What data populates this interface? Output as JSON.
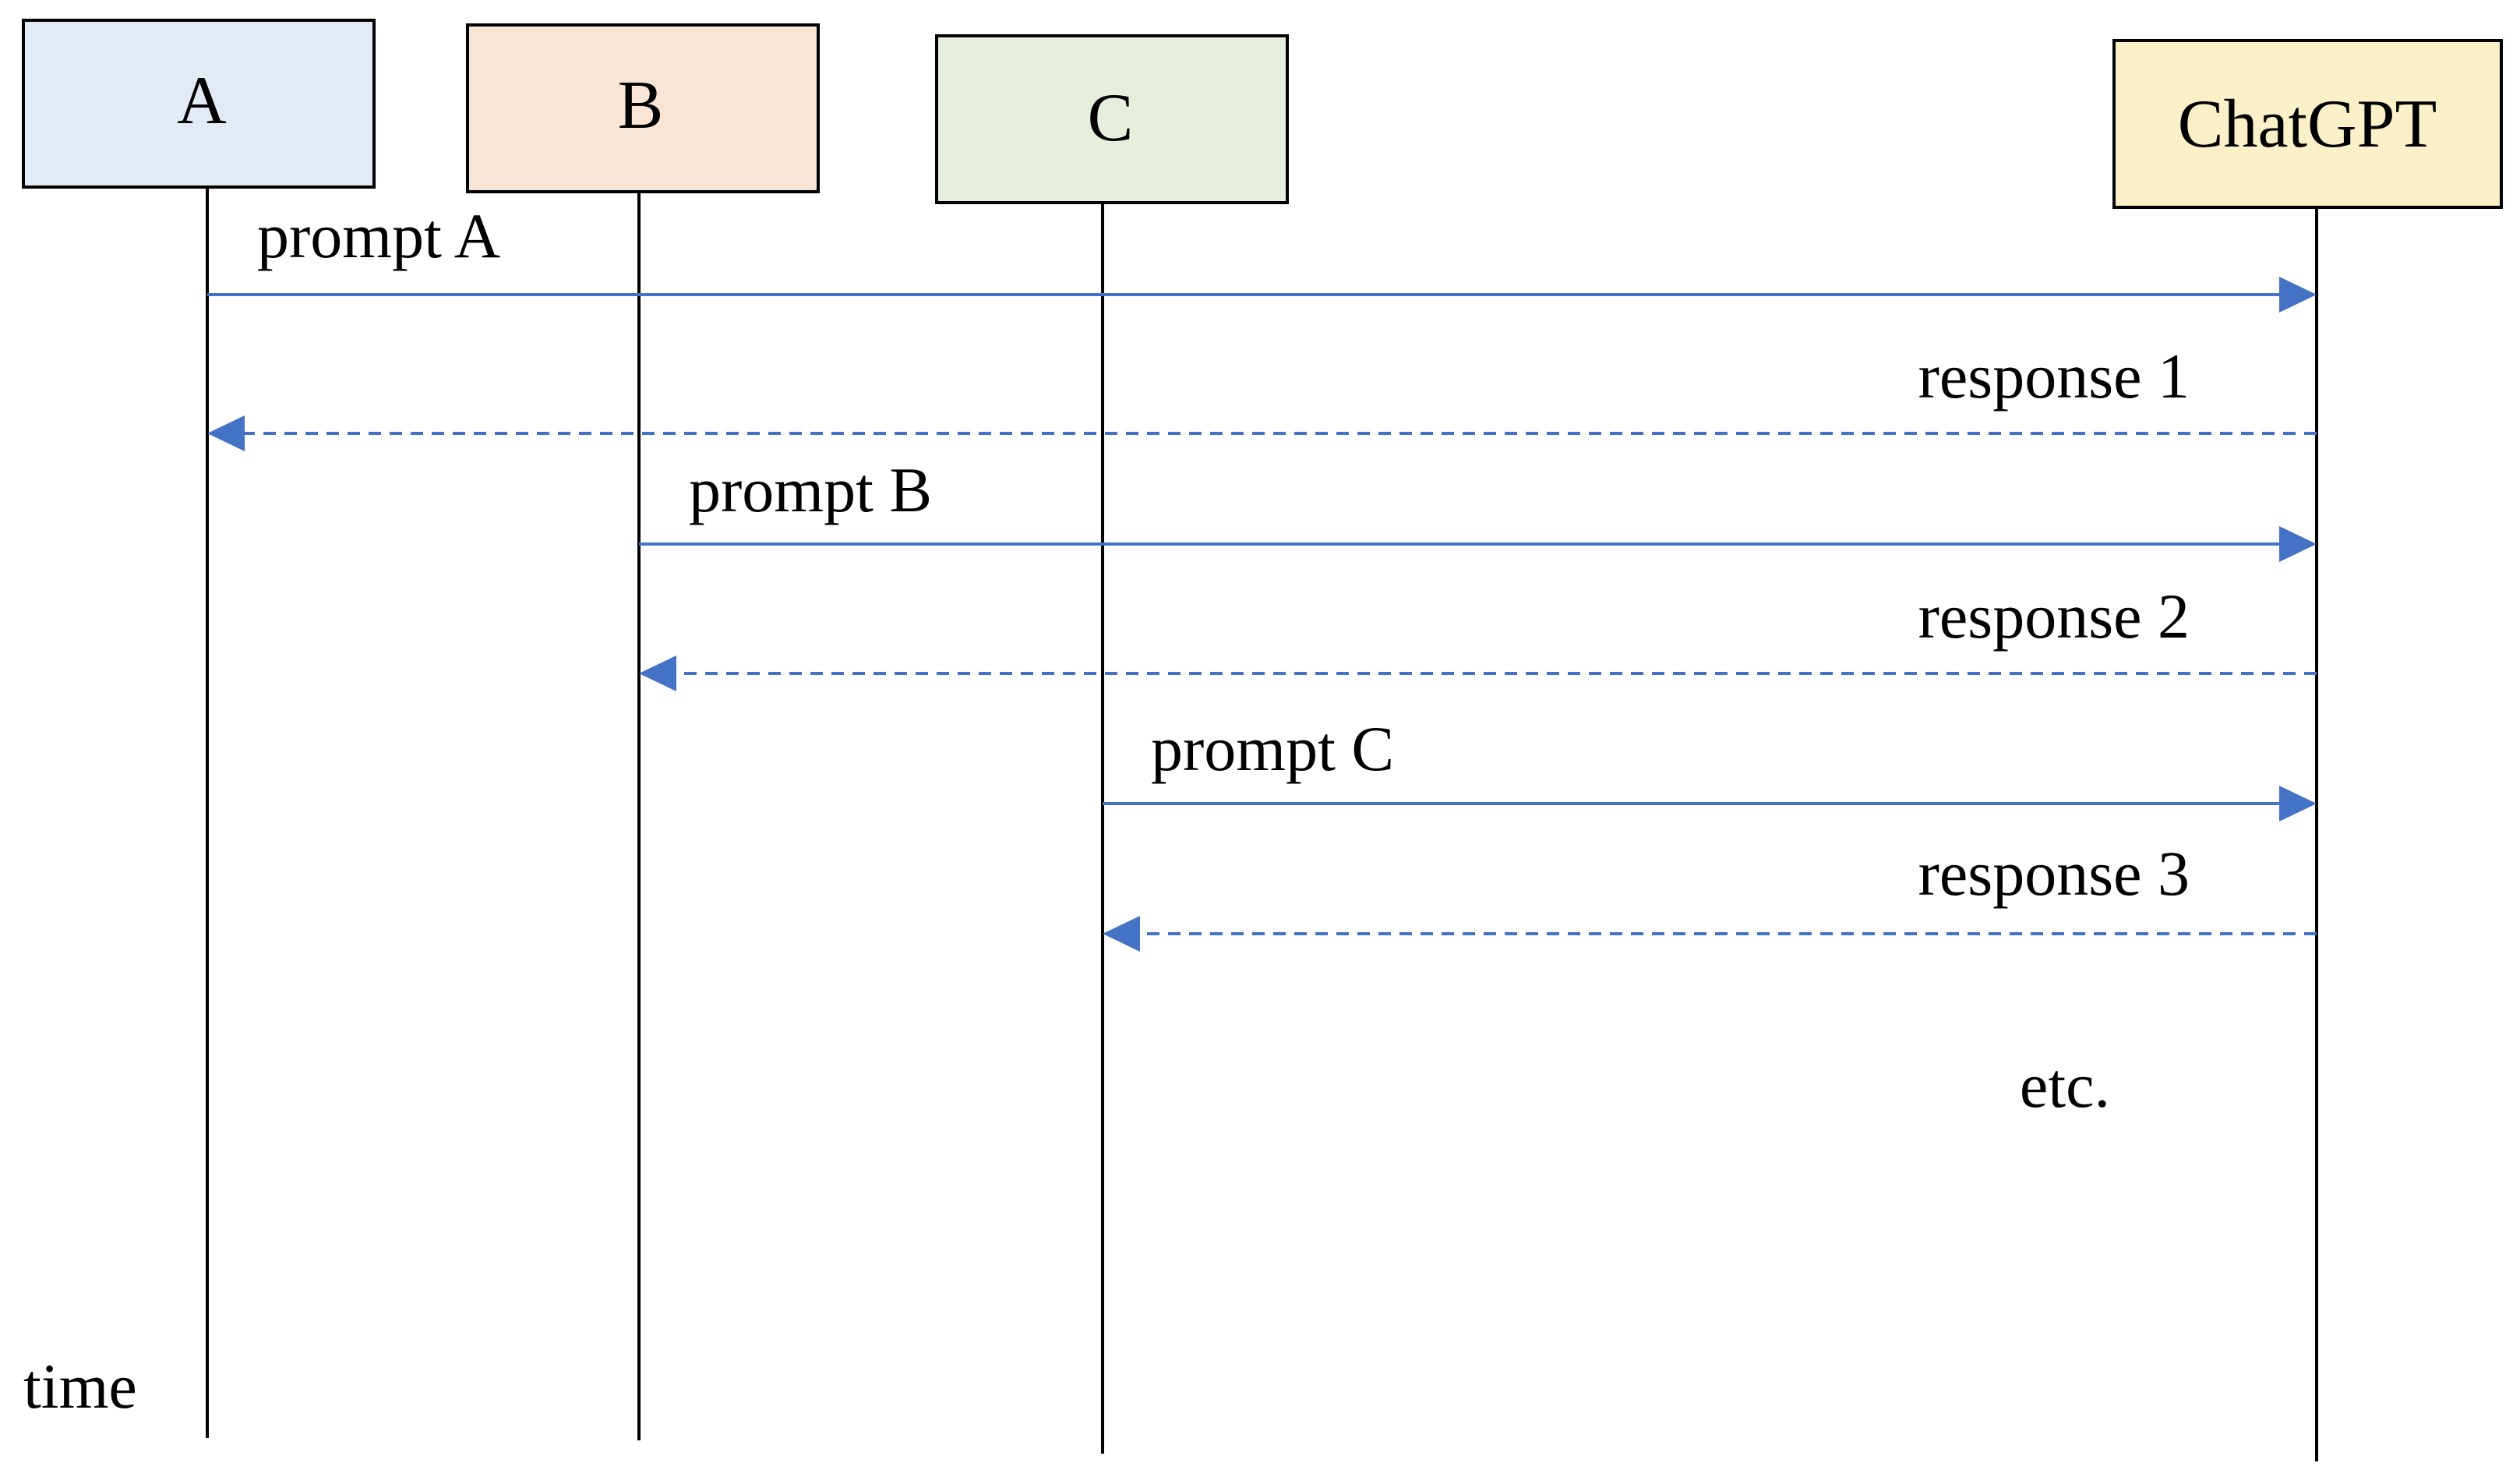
{
  "participants": [
    {
      "id": "a",
      "label": "A",
      "fill": "#e2ebf5"
    },
    {
      "id": "b",
      "label": "B",
      "fill": "#f8e5d6"
    },
    {
      "id": "c",
      "label": "C",
      "fill": "#e6efdc"
    },
    {
      "id": "chatgpt",
      "label": "ChatGPT",
      "fill": "#fcf0c8"
    }
  ],
  "messages": [
    {
      "id": "prompt-a",
      "label": "prompt A",
      "from": "a",
      "to": "chatgpt",
      "style": "solid"
    },
    {
      "id": "response-1",
      "label": "response 1",
      "from": "chatgpt",
      "to": "a",
      "style": "dashed"
    },
    {
      "id": "prompt-b",
      "label": "prompt B",
      "from": "b",
      "to": "chatgpt",
      "style": "solid"
    },
    {
      "id": "response-2",
      "label": "response 2",
      "from": "chatgpt",
      "to": "b",
      "style": "dashed"
    },
    {
      "id": "prompt-c",
      "label": "prompt C",
      "from": "c",
      "to": "chatgpt",
      "style": "solid"
    },
    {
      "id": "response-3",
      "label": "response 3",
      "from": "chatgpt",
      "to": "c",
      "style": "dashed"
    }
  ],
  "continuation_label": "etc.",
  "time_label": "time",
  "colors": {
    "arrow": "#4472c4",
    "lifeline": "#000000",
    "box_border": "#000000"
  }
}
